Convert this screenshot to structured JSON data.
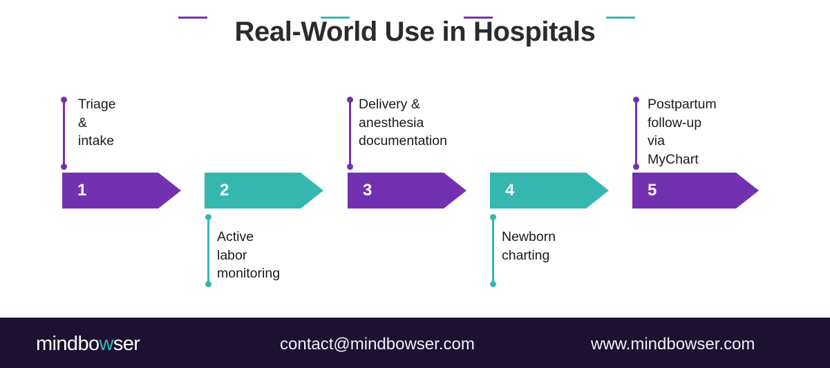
{
  "title": "Real-World Use in Hospitals",
  "colors": {
    "purple": "#7331b2",
    "teal": "#35b7af",
    "title_text": "#2b2b2f",
    "label_text": "#1a1a1a",
    "footer_bg": "#1d1230",
    "footer_text": "#f2f0f6",
    "page_bg": "#ffffff"
  },
  "steps": [
    {
      "number": "1",
      "label": "Triage &\nintake",
      "color": "#7331b2",
      "position": "above"
    },
    {
      "number": "2",
      "label": "Active labor\nmonitoring",
      "color": "#35b7af",
      "position": "below"
    },
    {
      "number": "3",
      "label": "Delivery &\nanesthesia\ndocumentation",
      "color": "#7331b2",
      "position": "above"
    },
    {
      "number": "4",
      "label": "Newborn\ncharting",
      "color": "#35b7af",
      "position": "below"
    },
    {
      "number": "5",
      "label": "Postpartum\nfollow-up via\nMyChart",
      "color": "#7331b2",
      "position": "above"
    }
  ],
  "footer": {
    "logo_pre": "mindbo",
    "logo_accent": "w",
    "logo_post": "ser",
    "email": "contact@mindbowser.com",
    "website": "www.mindbowser.com"
  }
}
